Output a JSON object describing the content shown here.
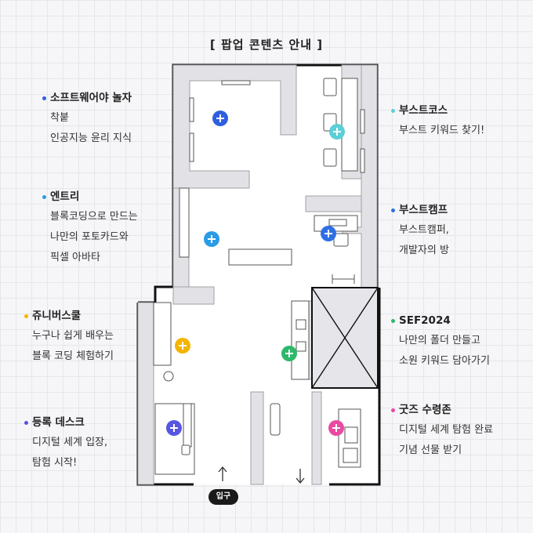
{
  "title": "[ 팝업 콘텐츠 안내 ]",
  "entrance_label": "입구",
  "zones": [
    {
      "name": "소프트웨어야 놀자",
      "lines": [
        "착붙",
        "인공지능 윤리 지식"
      ],
      "color": "#2f5fe0"
    },
    {
      "name": "엔트리",
      "lines": [
        "블록코딩으로 만드는",
        "나만의 포토카드와",
        "픽셀 아바타"
      ],
      "color": "#2a9be6"
    },
    {
      "name": "쥬니버스쿨",
      "lines": [
        "누구나 쉽게 배우는",
        "블록 코딩 체험하기"
      ],
      "color": "#f5b400"
    },
    {
      "name": "등록 데스크",
      "lines": [
        "디지털 세계 입장,",
        "탐험 시작!"
      ],
      "color": "#5855e0"
    },
    {
      "name": "부스트코스",
      "lines": [
        "부스트 키워드 찾기!"
      ],
      "color": "#5ccfd8"
    },
    {
      "name": "부스트캠프",
      "lines": [
        "부스트캠퍼,",
        "개발자의 방"
      ],
      "color": "#2f6fe6"
    },
    {
      "name": "SEF2024",
      "lines": [
        "나만의 폴더 만들고",
        "소원 키워드 담아가기"
      ],
      "color": "#2fb86a"
    },
    {
      "name": "굿즈 수령존",
      "lines": [
        "디지털 세계 탐험 완료",
        "기념 선물 받기"
      ],
      "color": "#e94aa0"
    }
  ]
}
